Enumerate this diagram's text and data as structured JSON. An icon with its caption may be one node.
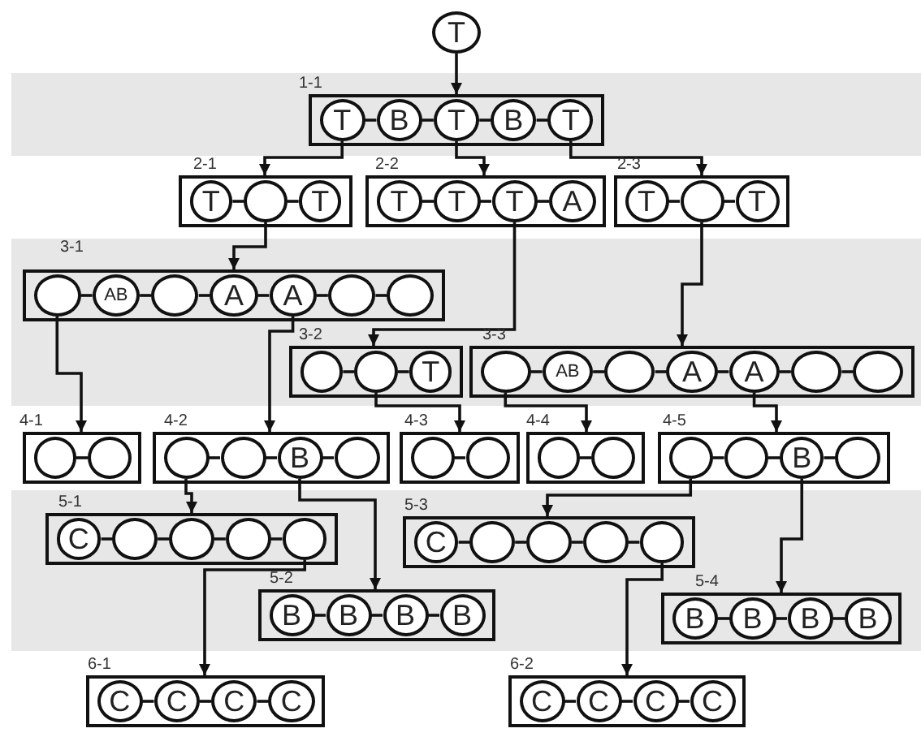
{
  "diagram": {
    "nodes": [
      {
        "text": [
          "T"
        ]
      },
      {
        "text": [],
        "shape": "box",
        "beside": [
          "1-1"
        ]
      },
      {
        "text": [
          "T"
        ],
        "in": 1
      },
      {
        "text": [
          "B"
        ],
        "in": 1
      },
      {
        "text": [
          "T"
        ],
        "in": 1
      },
      {
        "text": [
          "B"
        ],
        "in": 1
      },
      {
        "text": [
          "T"
        ],
        "in": 1
      },
      {
        "text": [],
        "shape": "box",
        "beside": [
          "2-1"
        ]
      },
      {
        "text": [
          "T"
        ],
        "in": 7
      },
      {
        "text": [],
        "shape": "circle",
        "in": 7
      },
      {
        "text": [
          "T"
        ],
        "in": 7
      },
      {
        "text": [],
        "shape": "box",
        "beside": [
          "2-2"
        ]
      },
      {
        "text": [
          "T"
        ],
        "in": 11
      },
      {
        "text": [
          "T"
        ],
        "in": 11
      },
      {
        "text": [
          "T"
        ],
        "in": 11
      },
      {
        "text": [
          "A"
        ],
        "in": 11
      },
      {
        "text": [],
        "shape": "box",
        "beside": [
          "2-3"
        ]
      },
      {
        "text": [
          "T"
        ],
        "in": 16
      },
      {
        "text": [],
        "shape": "circle",
        "in": 16
      },
      {
        "text": [
          "T"
        ],
        "in": 16
      },
      {
        "text": [],
        "shape": "box",
        "beside": [
          "3-1"
        ]
      },
      {
        "text": [],
        "shape": "circle",
        "in": 20
      },
      {
        "text": [
          "AB"
        ],
        "in": 20
      },
      {
        "text": [],
        "shape": "circle",
        "in": 20
      },
      {
        "text": [
          "A"
        ],
        "in": 20
      },
      {
        "text": [
          "A"
        ],
        "in": 20
      },
      {
        "text": [],
        "shape": "circle",
        "in": 20
      },
      {
        "text": [],
        "shape": "circle",
        "in": 20
      },
      {
        "text": [],
        "shape": "box",
        "beside": [
          "3-2"
        ]
      },
      {
        "text": [],
        "shape": "circle",
        "in": 28
      },
      {
        "text": [],
        "shape": "circle",
        "in": 28
      },
      {
        "text": [
          "T"
        ],
        "in": 28
      },
      {
        "text": [],
        "shape": "box",
        "beside": [
          "3-3"
        ]
      },
      {
        "text": [],
        "shape": "circle",
        "in": 32
      },
      {
        "text": [
          "AB"
        ],
        "in": 32
      },
      {
        "text": [],
        "shape": "circle",
        "in": 32
      },
      {
        "text": [
          "A"
        ],
        "in": 32
      },
      {
        "text": [
          "A"
        ],
        "in": 32
      },
      {
        "text": [],
        "shape": "circle",
        "in": 32
      },
      {
        "text": [],
        "shape": "circle",
        "in": 32
      },
      {
        "text": [],
        "shape": "box",
        "beside": [
          "4-1"
        ]
      },
      {
        "text": [],
        "shape": "circle",
        "in": 40
      },
      {
        "text": [],
        "shape": "circle",
        "in": 40
      },
      {
        "text": [],
        "shape": "box",
        "beside": [
          "4-2"
        ]
      },
      {
        "text": [],
        "shape": "circle",
        "in": 43
      },
      {
        "text": [],
        "shape": "circle",
        "in": 43
      },
      {
        "text": [
          "B"
        ],
        "in": 43
      },
      {
        "text": [],
        "shape": "circle",
        "in": 43
      },
      {
        "text": [],
        "shape": "box",
        "beside": [
          "4-3"
        ]
      },
      {
        "text": [],
        "shape": "circle",
        "in": 48
      },
      {
        "text": [],
        "shape": "circle",
        "in": 48
      },
      {
        "text": [],
        "shape": "box",
        "beside": [
          "4-4"
        ]
      },
      {
        "text": [],
        "shape": "circle",
        "in": 51
      },
      {
        "text": [],
        "shape": "circle",
        "in": 51
      },
      {
        "text": [],
        "shape": "box",
        "beside": [
          "4-5"
        ]
      },
      {
        "text": [],
        "shape": "circle",
        "in": 54
      },
      {
        "text": [],
        "shape": "circle",
        "in": 54
      },
      {
        "text": [
          "B"
        ],
        "in": 54
      },
      {
        "text": [],
        "shape": "circle",
        "in": 54
      },
      {
        "text": [],
        "shape": "box",
        "beside": [
          "5-1"
        ]
      },
      {
        "text": [
          "C"
        ],
        "in": 59
      },
      {
        "text": [],
        "shape": "circle",
        "in": 59
      },
      {
        "text": [],
        "shape": "circle",
        "in": 59
      },
      {
        "text": [],
        "shape": "circle",
        "in": 59
      },
      {
        "text": [],
        "shape": "circle",
        "in": 59
      },
      {
        "text": [],
        "shape": "box",
        "beside": [
          "5-2"
        ]
      },
      {
        "text": [
          "B"
        ],
        "in": 65
      },
      {
        "text": [
          "B"
        ],
        "in": 65
      },
      {
        "text": [
          "B"
        ],
        "in": 65
      },
      {
        "text": [
          "B"
        ],
        "in": 65
      },
      {
        "text": [],
        "shape": "box",
        "beside": [
          "5-3"
        ]
      },
      {
        "text": [
          "C"
        ],
        "in": 70
      },
      {
        "text": [],
        "shape": "circle",
        "in": 70
      },
      {
        "text": [],
        "shape": "circle",
        "in": 70
      },
      {
        "text": [],
        "shape": "circle",
        "in": 70
      },
      {
        "text": [],
        "shape": "circle",
        "in": 70
      },
      {
        "text": [],
        "shape": "box",
        "beside": [
          "5-4"
        ]
      },
      {
        "text": [
          "B"
        ],
        "in": 76
      },
      {
        "text": [
          "B"
        ],
        "in": 76
      },
      {
        "text": [
          "B"
        ],
        "in": 76
      },
      {
        "text": [
          "B"
        ],
        "in": 76
      },
      {
        "text": [],
        "shape": "box",
        "beside": [
          "6-1"
        ]
      },
      {
        "text": [
          "C"
        ],
        "in": 81
      },
      {
        "text": [
          "C"
        ],
        "in": 81
      },
      {
        "text": [
          "C"
        ],
        "in": 81
      },
      {
        "text": [
          "C"
        ],
        "in": 81
      },
      {
        "text": [],
        "shape": "box",
        "beside": [
          "6-2"
        ]
      },
      {
        "text": [
          "C"
        ],
        "in": 86
      },
      {
        "text": [
          "C"
        ],
        "in": 86
      },
      {
        "text": [
          "C"
        ],
        "in": 86
      },
      {
        "text": [
          "C"
        ],
        "in": 86
      }
    ],
    "edges": [
      {
        "from": 0,
        "to": 1,
        "arrow": "to"
      },
      {
        "from": 2,
        "to": 7,
        "arrow": "to"
      },
      {
        "from": 4,
        "to": 11,
        "arrow": "to"
      },
      {
        "from": 6,
        "to": 16,
        "arrow": "to"
      },
      {
        "from": 9,
        "to": 20,
        "arrow": "to"
      },
      {
        "from": 14,
        "to": 28,
        "arrow": "to"
      },
      {
        "from": 18,
        "to": 32,
        "arrow": "to"
      },
      {
        "from": 21,
        "to": 40,
        "arrow": "to"
      },
      {
        "from": 25,
        "to": 43,
        "arrow": "to"
      },
      {
        "from": 30,
        "to": 48,
        "arrow": "to"
      },
      {
        "from": 33,
        "to": 51,
        "arrow": "to"
      },
      {
        "from": 37,
        "to": 54,
        "arrow": "to"
      },
      {
        "from": 44,
        "to": 59,
        "arrow": "to"
      },
      {
        "from": 46,
        "to": 65,
        "arrow": "to"
      },
      {
        "from": 55,
        "to": 70,
        "arrow": "to"
      },
      {
        "from": 57,
        "to": 76,
        "arrow": "to"
      },
      {
        "from": 64,
        "to": 81,
        "arrow": "to"
      },
      {
        "from": 75,
        "to": 86,
        "arrow": "to"
      },
      {
        "from": 2,
        "to": 3,
        "arrow": "none"
      },
      {
        "from": 3,
        "to": 4,
        "arrow": "none"
      },
      {
        "from": 4,
        "to": 5,
        "arrow": "none"
      },
      {
        "from": 5,
        "to": 6,
        "arrow": "none"
      },
      {
        "from": 8,
        "to": 9,
        "arrow": "none"
      },
      {
        "from": 9,
        "to": 10,
        "arrow": "none"
      },
      {
        "from": 12,
        "to": 13,
        "arrow": "none"
      },
      {
        "from": 13,
        "to": 14,
        "arrow": "none"
      },
      {
        "from": 14,
        "to": 15,
        "arrow": "none"
      },
      {
        "from": 17,
        "to": 18,
        "arrow": "none"
      },
      {
        "from": 18,
        "to": 19,
        "arrow": "none"
      },
      {
        "from": 21,
        "to": 22,
        "arrow": "none"
      },
      {
        "from": 22,
        "to": 23,
        "arrow": "none"
      },
      {
        "from": 23,
        "to": 24,
        "arrow": "none"
      },
      {
        "from": 24,
        "to": 25,
        "arrow": "none"
      },
      {
        "from": 25,
        "to": 26,
        "arrow": "none"
      },
      {
        "from": 26,
        "to": 27,
        "arrow": "none"
      },
      {
        "from": 29,
        "to": 30,
        "arrow": "none"
      },
      {
        "from": 30,
        "to": 31,
        "arrow": "none"
      },
      {
        "from": 33,
        "to": 34,
        "arrow": "none"
      },
      {
        "from": 34,
        "to": 35,
        "arrow": "none"
      },
      {
        "from": 35,
        "to": 36,
        "arrow": "none"
      },
      {
        "from": 36,
        "to": 37,
        "arrow": "none"
      },
      {
        "from": 37,
        "to": 38,
        "arrow": "none"
      },
      {
        "from": 38,
        "to": 39,
        "arrow": "none"
      },
      {
        "from": 41,
        "to": 42,
        "arrow": "none"
      },
      {
        "from": 44,
        "to": 45,
        "arrow": "none"
      },
      {
        "from": 45,
        "to": 46,
        "arrow": "none"
      },
      {
        "from": 46,
        "to": 47,
        "arrow": "none"
      },
      {
        "from": 49,
        "to": 50,
        "arrow": "none"
      },
      {
        "from": 52,
        "to": 53,
        "arrow": "none"
      },
      {
        "from": 55,
        "to": 56,
        "arrow": "none"
      },
      {
        "from": 56,
        "to": 57,
        "arrow": "none"
      },
      {
        "from": 57,
        "to": 58,
        "arrow": "none"
      },
      {
        "from": 60,
        "to": 61,
        "arrow": "none"
      },
      {
        "from": 61,
        "to": 62,
        "arrow": "none"
      },
      {
        "from": 62,
        "to": 63,
        "arrow": "none"
      },
      {
        "from": 63,
        "to": 64,
        "arrow": "none"
      },
      {
        "from": 66,
        "to": 67,
        "arrow": "none"
      },
      {
        "from": 67,
        "to": 68,
        "arrow": "none"
      },
      {
        "from": 68,
        "to": 69,
        "arrow": "none"
      },
      {
        "from": 71,
        "to": 72,
        "arrow": "none"
      },
      {
        "from": 72,
        "to": 73,
        "arrow": "none"
      },
      {
        "from": 73,
        "to": 74,
        "arrow": "none"
      },
      {
        "from": 74,
        "to": 75,
        "arrow": "none"
      },
      {
        "from": 77,
        "to": 78,
        "arrow": "none"
      },
      {
        "from": 78,
        "to": 79,
        "arrow": "none"
      },
      {
        "from": 79,
        "to": 80,
        "arrow": "none"
      },
      {
        "from": 82,
        "to": 83,
        "arrow": "none"
      },
      {
        "from": 83,
        "to": 84,
        "arrow": "none"
      },
      {
        "from": 84,
        "to": 85,
        "arrow": "none"
      },
      {
        "from": 87,
        "to": 88,
        "arrow": "none"
      },
      {
        "from": 88,
        "to": 89,
        "arrow": "none"
      },
      {
        "from": 89,
        "to": 90,
        "arrow": "none"
      }
    ]
  }
}
